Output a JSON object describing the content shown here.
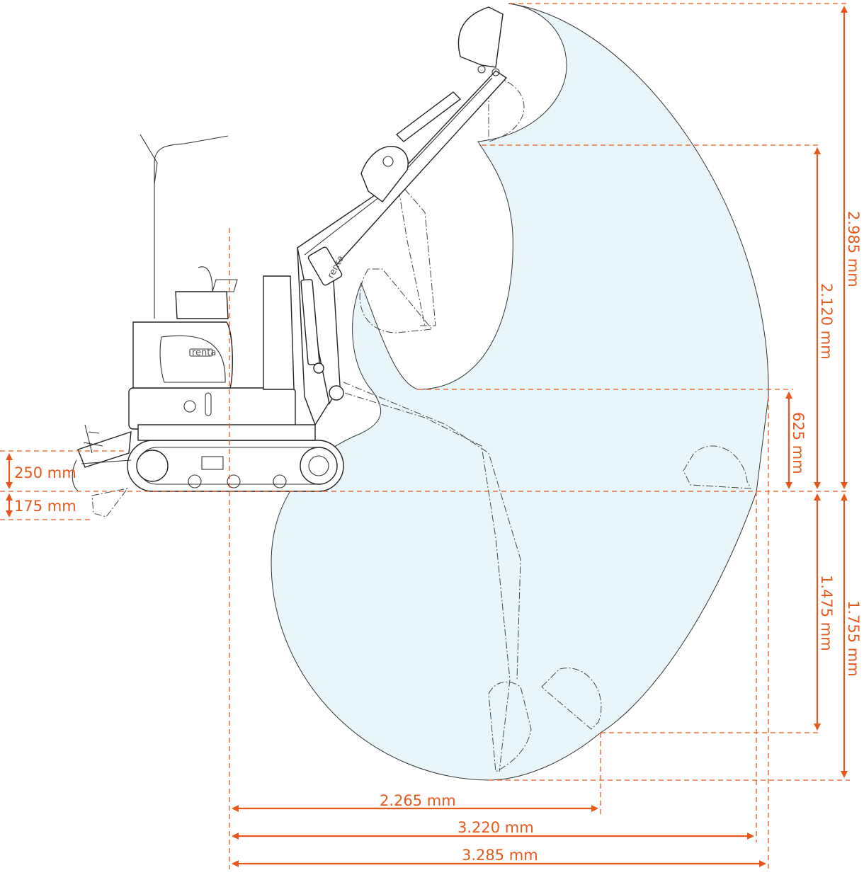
{
  "diagram": {
    "brand_logo": "renta",
    "colors": {
      "dimension": "#e8581a",
      "reach_area": "#e9f6f9",
      "outline": "#222222"
    },
    "dimensions": {
      "blade_lift": "250 mm",
      "blade_depth": "175 mm",
      "max_height": "2.985 mm",
      "max_dump_height": "2.120 mm",
      "blade_height_625": "625 mm",
      "max_dig_depth_vertical": "1.475 mm",
      "max_dig_depth": "1.755 mm",
      "reach_2265": "2.265 mm",
      "reach_ground": "3.220 mm",
      "max_reach": "3.285 mm"
    }
  }
}
